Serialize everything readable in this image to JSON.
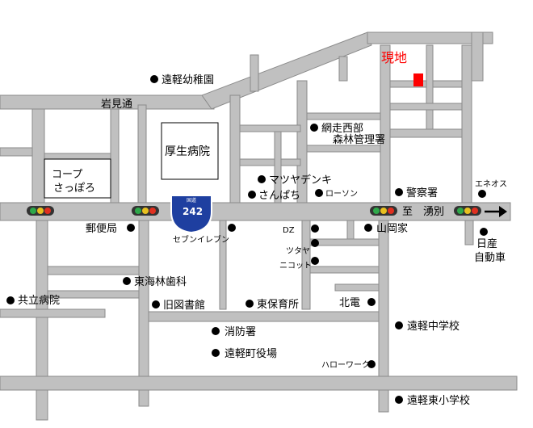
{
  "map": {
    "destination": {
      "label": "現地",
      "color": "#ff0000"
    },
    "roads": {
      "iwamidori": "岩見通",
      "to_yubetsu": "至　湧別"
    },
    "route_sign": {
      "number": "242",
      "top_text": "国道"
    },
    "colors": {
      "road": "#c0c0c0",
      "road_edge": "#888888",
      "block": "#ffffff",
      "marker": "#000000"
    },
    "landmarks": {
      "engaru_kindergarten": "遠軽幼稚園",
      "abashiri_forest_office_1": "網走西部",
      "abashiri_forest_office_2": "森林管理署",
      "kousei_hospital": "厚生病院",
      "coop_1": "コープ",
      "coop_2": "さっぽろ",
      "matsuya_denki": "マツヤデンキ",
      "sanpachi": "さんぱち",
      "lawson": "ローソン",
      "police": "警察署",
      "eneos": "エネオス",
      "post_office": "郵便局",
      "seven_eleven": "セブンイレブン",
      "dz": "DZ",
      "yamaokaya": "山岡家",
      "nissan_1": "日産",
      "nissan_2": "自動車",
      "tsutaya": "ツタヤ",
      "nitori": "ニコット",
      "tokai_dental": "東海林歯科",
      "kyoritsu_hospital": "共立病院",
      "old_library": "旧図書館",
      "higashi_nursery": "東保育所",
      "hokuden": "北電",
      "engaru_jhs": "遠軽中学校",
      "fire_station": "消防署",
      "town_hall": "遠軽町役場",
      "hello_work": "ハローワーク",
      "engaru_higashi_es": "遠軽東小学校"
    }
  }
}
